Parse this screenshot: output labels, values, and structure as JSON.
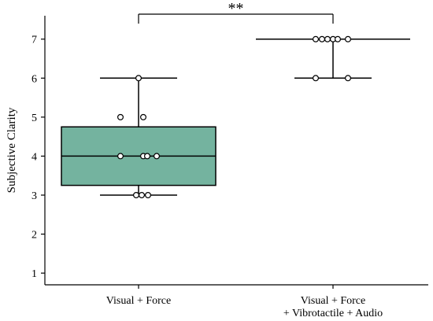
{
  "chart_data": {
    "type": "box",
    "ylabel": "Subjective Clarity",
    "ylim": [
      0.7,
      7.6
    ],
    "yticks": [
      1,
      2,
      3,
      4,
      5,
      6,
      7
    ],
    "groups": [
      {
        "label_lines": [
          "Visual + Force"
        ],
        "color": "#74b39f",
        "q1": 3.25,
        "median": 4.0,
        "q3": 4.75,
        "whisker_low": 3,
        "whisker_high": 6,
        "points": [
          6,
          5,
          5,
          4,
          4,
          4,
          4,
          3,
          3,
          3
        ]
      },
      {
        "label_lines": [
          "Visual + Force",
          "+ Vibrotactile + Audio"
        ],
        "color": "#ffffff",
        "q1": 7.0,
        "median": 7.0,
        "q3": 7.0,
        "whisker_low": 6,
        "whisker_high": 7,
        "points": [
          7,
          7,
          7,
          7,
          7,
          7,
          6,
          6
        ]
      }
    ],
    "significance": {
      "from": 0,
      "to": 1,
      "label": "**"
    }
  },
  "colors": {
    "axis": "#000000",
    "box_fill": "#74b39f",
    "point_fill": "#ffffff"
  }
}
